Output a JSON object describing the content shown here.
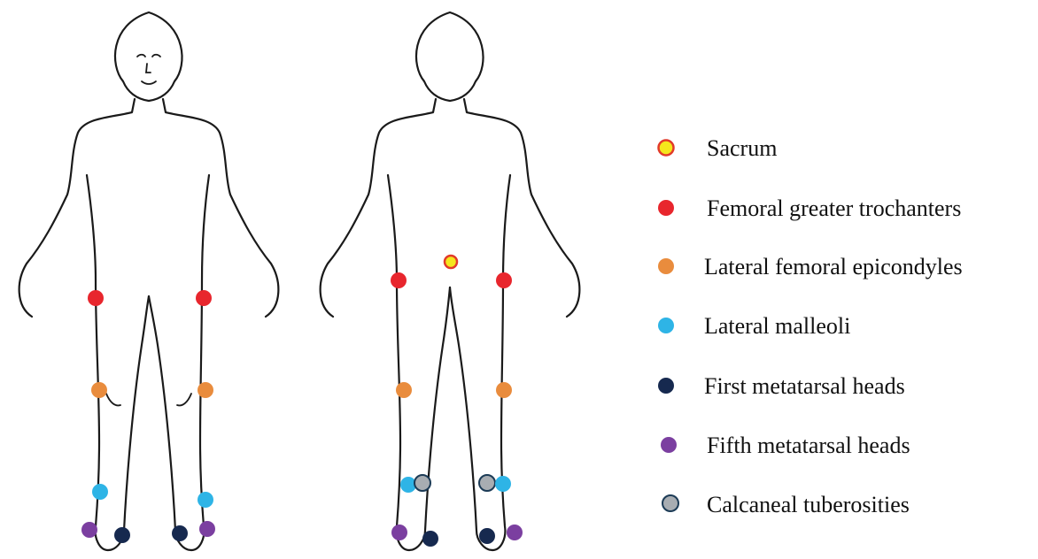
{
  "landmarks": [
    {
      "key": "sacrum",
      "label": "Sacrum",
      "color": "#f5e61c",
      "stroke": "#e23a2a"
    },
    {
      "key": "trochanter",
      "label": "Femoral greater trochanters",
      "color": "#e8262d",
      "stroke": "none"
    },
    {
      "key": "epicondyle",
      "label": "Lateral femoral epicondyles",
      "color": "#e98c3d",
      "stroke": "none"
    },
    {
      "key": "malleoli",
      "label": "Lateral malleoli",
      "color": "#2eb4e6",
      "stroke": "none"
    },
    {
      "key": "meta1",
      "label": "First metatarsal heads",
      "color": "#16294f",
      "stroke": "none"
    },
    {
      "key": "meta5",
      "label": "Fifth metatarsal heads",
      "color": "#7b3fa0",
      "stroke": "none"
    },
    {
      "key": "calcaneal",
      "label": "Calcaneal tuberosities",
      "color": "#a8adb2",
      "stroke": "#1c3b56"
    }
  ]
}
